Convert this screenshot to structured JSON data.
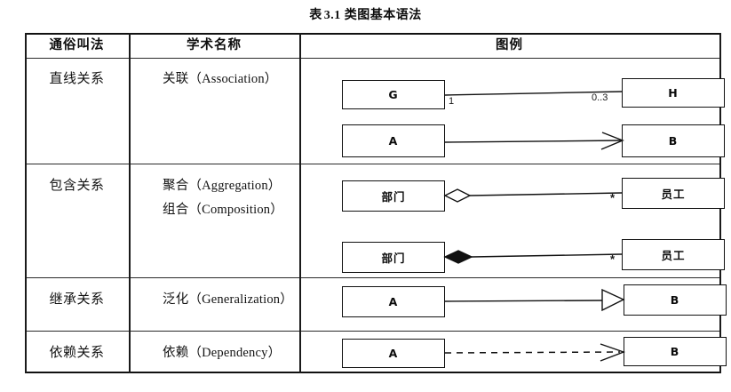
{
  "title": {
    "prefix": "表",
    "number": "3.1",
    "text": "类图基本语法"
  },
  "table": {
    "headers": [
      "通俗叫法",
      "学术名称",
      "图例"
    ],
    "rows": [
      {
        "common_name": "直线关系",
        "academic_names": [
          "关联（Association）"
        ],
        "diagrams": [
          {
            "kind": "association-plain",
            "source": "G",
            "target": "H",
            "source_multiplicity": "1",
            "target_multiplicity": "0..3",
            "line": "solid",
            "end": "none"
          },
          {
            "kind": "association-directed",
            "source": "A",
            "target": "B",
            "source_multiplicity": "",
            "target_multiplicity": "",
            "line": "solid",
            "end": "open-arrow"
          }
        ]
      },
      {
        "common_name": "包含关系",
        "academic_names": [
          "聚合（Aggregation）",
          "组合（Composition）"
        ],
        "diagrams": [
          {
            "kind": "aggregation",
            "source": "部门",
            "target": "员工",
            "source_multiplicity": "",
            "target_multiplicity": "*",
            "line": "solid",
            "end": "hollow-diamond"
          },
          {
            "kind": "composition",
            "source": "部门",
            "target": "员工",
            "source_multiplicity": "",
            "target_multiplicity": "*",
            "line": "solid",
            "end": "filled-diamond"
          }
        ]
      },
      {
        "common_name": "继承关系",
        "academic_names": [
          "泛化（Generalization）"
        ],
        "diagrams": [
          {
            "kind": "generalization",
            "source": "A",
            "target": "B",
            "source_multiplicity": "",
            "target_multiplicity": "",
            "line": "solid",
            "end": "hollow-triangle"
          }
        ]
      },
      {
        "common_name": "依赖关系",
        "academic_names": [
          "依赖（Dependency）"
        ],
        "diagrams": [
          {
            "kind": "dependency",
            "source": "A",
            "target": "B",
            "source_multiplicity": "",
            "target_multiplicity": "",
            "line": "dashed",
            "end": "open-arrow"
          }
        ]
      }
    ]
  },
  "colors": {
    "ink": "#111111",
    "paper": "#ffffff"
  }
}
